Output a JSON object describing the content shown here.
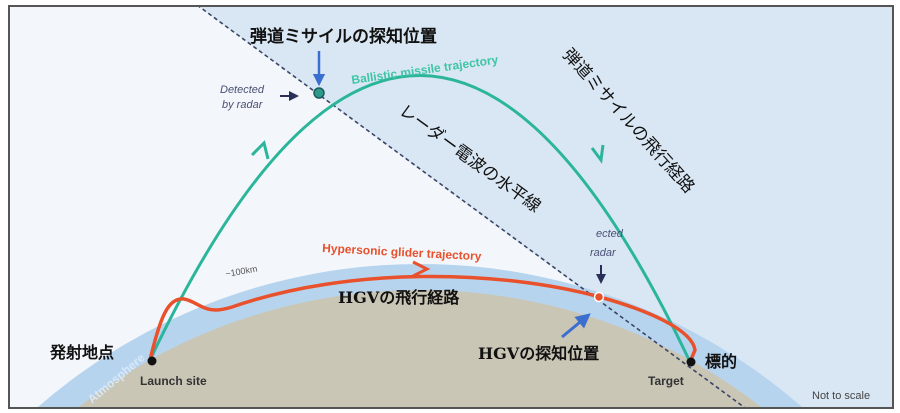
{
  "labels": {
    "ballistic_detect_jp": "弾道ミサイルの探知位置",
    "ballistic_traj_en": "Ballistic missile trajectory",
    "ballistic_path_jp": "弾道ミサイルの飛行経路",
    "radar_horizon_jp": "レーダー電波の水平線",
    "detected_by_radar_1": "Detected",
    "detected_by_radar_2": "by radar",
    "detected_by_radar_partial_1": "ected",
    "detected_by_radar_partial_2": "radar",
    "altitude": "~100km",
    "hgv_traj_en": "Hypersonic glider trajectory",
    "hgv_path_jp": "HGVの飛行経路",
    "hgv_detect_jp": "HGVの探知位置",
    "launch_jp": "発射地点",
    "launch_en": "Launch site",
    "target_jp": "標的",
    "target_en": "Target",
    "atmosphere": "Atmosphere",
    "not_to_scale": "Not to scale"
  },
  "colors": {
    "ballistic": "#2bb59a",
    "hgv": "#e8512c",
    "atmosphere": "#b7d4ef",
    "earth": "#c9c6b6",
    "arrow_blue": "#3a6fd0",
    "radar_line": "#3a4566"
  }
}
